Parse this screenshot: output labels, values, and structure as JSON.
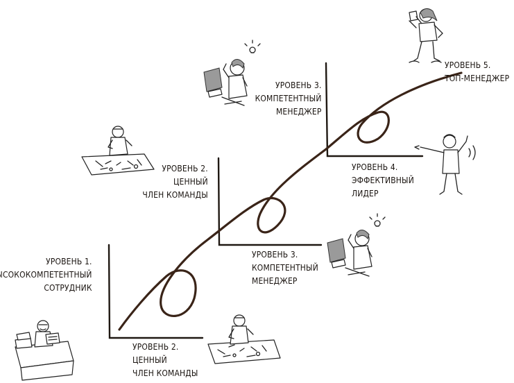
{
  "labels": {
    "level1_left": [
      "УРОВЕНЬ 1.",
      "ВЫСОКОКОМПЕТЕНТНЫЙ",
      "СОТРУДНИК"
    ],
    "level2_bottom": [
      "УРОВЕНЬ 2.",
      "ЦЕННЫЙ",
      "ЧЛЕН КОМАНДЫ"
    ],
    "level2_left": [
      "УРОВЕНЬ 2.",
      "ЦЕННЫЙ",
      "ЧЛЕН КОМАНДЫ"
    ],
    "level3_bottom": [
      "УРОВЕНЬ 3.",
      "КОМПЕТЕНТНЫЙ",
      "МЕНЕДЖЕР"
    ],
    "level3_left": [
      "УРОВЕНЬ 3.",
      "КОМПЕТЕНТНЫЙ",
      "МЕНЕДЖЕР"
    ],
    "level4_bottom": [
      "УРОВЕНЬ 4.",
      "ЭФФЕКТИВНЫЙ",
      "ЛИДЕР"
    ],
    "level5_top": [
      "УРОВЕНЬ 5.",
      "ТОП-МЕНЕДЖЕР"
    ]
  },
  "illustrations": [
    "worker-at-desk-icon",
    "craftsman-with-tools-icon",
    "manager-at-computer-icon",
    "leader-pointing-icon",
    "top-manager-drinking-icon"
  ]
}
